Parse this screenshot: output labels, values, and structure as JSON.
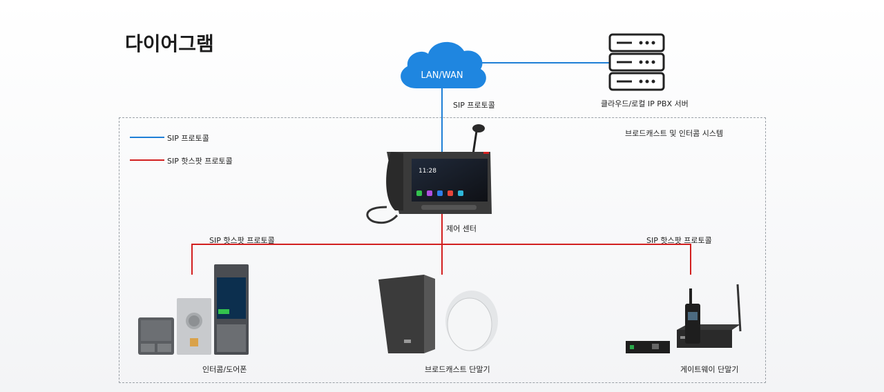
{
  "title": "다이어그램",
  "cloud": {
    "label": "LAN/WAN"
  },
  "server": {
    "label": "클라우드/로컬 IP PBX 서버"
  },
  "link_sip_label": "SIP 프로토콜",
  "system": {
    "label": "브로드캐스트 및 인터콤 시스템"
  },
  "legend": [
    {
      "label": "SIP 프로토콜",
      "color": "#1e7fd6"
    },
    {
      "label": "SIP 핫스팟 프로토콜",
      "color": "#d21f1f"
    }
  ],
  "control_center": {
    "label": "제어 센터",
    "screen_time": "11:28"
  },
  "hotspot_labels": {
    "left": "SIP 핫스팟 프로토콜",
    "right": "SIP 핫스팟 프로토콜"
  },
  "devices": {
    "intercom": {
      "label": "인터콤/도어폰"
    },
    "broadcast": {
      "label": "브로드캐스트 단말기"
    },
    "gateway": {
      "label": "게이트웨이 단말기"
    }
  },
  "colors": {
    "sip": "#1e7fd6",
    "hotspot": "#d21f1f",
    "cloud": "#1f86e0"
  }
}
